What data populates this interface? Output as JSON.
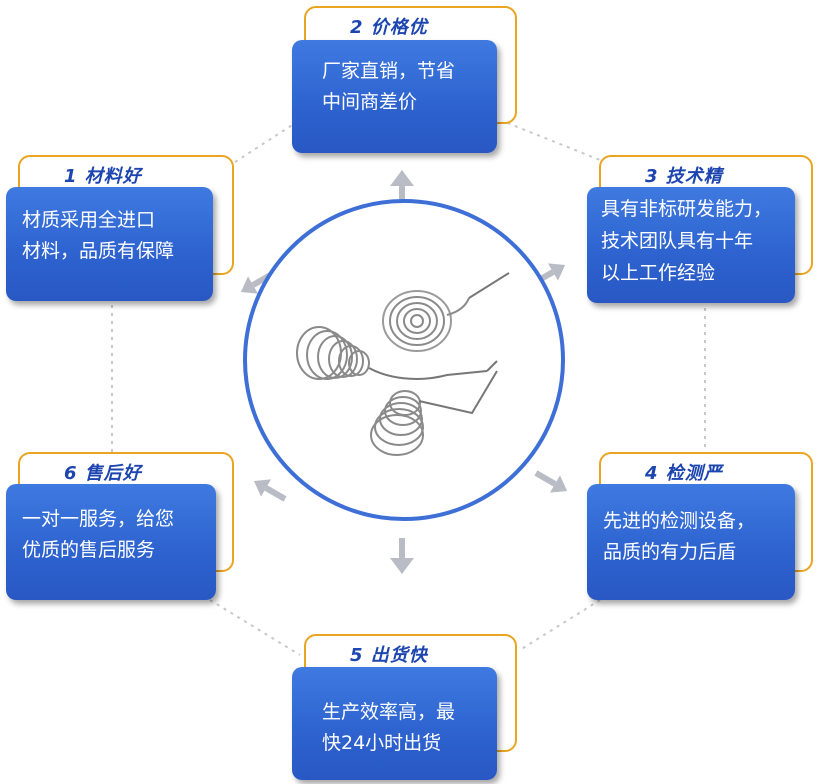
{
  "colors": {
    "accent_blue": "#2d62cf",
    "frame_orange": "#e9a521",
    "tag_text": "#1d45b0",
    "circle_border": "#3d6fd6",
    "arrow_gray": "#b9bcc4",
    "dotted_line": "#c8c8c8"
  },
  "center": {
    "image": "spring-contacts-photo"
  },
  "cards": [
    {
      "tag": "2  价格优",
      "lines": [
        "厂家直销，节省",
        "中间商差价"
      ]
    },
    {
      "tag": "1 材料好",
      "lines": [
        "材质采用全进口",
        "材料，品质有保障"
      ]
    },
    {
      "tag": "3  技术精",
      "lines": [
        "具有非标研发能力，",
        "技术团队具有十年",
        "以上工作经验"
      ]
    },
    {
      "tag": "6 售后好",
      "lines": [
        "一对一服务，给您",
        "优质的售后服务"
      ]
    },
    {
      "tag": "4 检测严",
      "lines": [
        "先进的检测设备，",
        "品质的有力后盾"
      ]
    },
    {
      "tag": "5  出货快",
      "lines": [
        "生产效率高，最",
        "快24小时出货"
      ]
    }
  ]
}
